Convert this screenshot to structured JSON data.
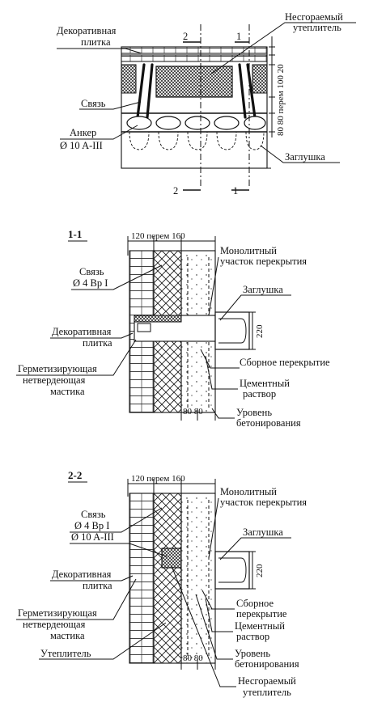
{
  "top_plan": {
    "decorative_tile": [
      "Декоративная",
      "плитка"
    ],
    "nonflammable_insulation": [
      "Несгораемый",
      "утеплитель"
    ],
    "tie": "Связь",
    "anchor": [
      "Анкер",
      "Ø 10 A-III"
    ],
    "plug": "Заглушка",
    "dim_vertical": "80 80 перем 100 20",
    "cut_marks": [
      "2",
      "1",
      "2",
      "1"
    ]
  },
  "section_1": {
    "title": "1-1",
    "dims_top": "120 перем 160",
    "tie": [
      "Связь",
      "Ø 4 Вр I"
    ],
    "monolithic": [
      "Монолитный",
      "участок перекрытия"
    ],
    "plug": "Заглушка",
    "dim_220": "220",
    "decorative_tile": [
      "Декоративная",
      "плитка"
    ],
    "precast_floor": "Сборное перекрытие",
    "sealing_mastic": [
      "Герметизирующая",
      "нетвердеющая",
      "мастика"
    ],
    "cement_mortar": [
      "Цементный",
      "раствор"
    ],
    "dims_bottom": "80 80",
    "concreting_level": [
      "Уровень",
      "бетонирования"
    ]
  },
  "section_2": {
    "title": "2-2",
    "dims_top": "120 перем 160",
    "tie": [
      "Связь",
      "Ø 4 Вр I",
      "Ø 10 A-III"
    ],
    "monolithic": [
      "Монолитный",
      "участок перекрытия"
    ],
    "plug": "Заглушка",
    "dim_220": "220",
    "decorative_tile": [
      "Декоративная",
      "плитка"
    ],
    "precast_floor": [
      "Сборное",
      "перекрытие"
    ],
    "cement_mortar": [
      "Цементный",
      "раствор"
    ],
    "sealing_mastic": [
      "Герметизирующая",
      "нетвердеющая",
      "мастика"
    ],
    "insulation": "Утеплитель",
    "concreting_level": [
      "Уровень",
      "бетонирования"
    ],
    "dims_bottom": "80 80",
    "nonflammable_insulation": [
      "Несгораемый",
      "утеплитель"
    ]
  }
}
